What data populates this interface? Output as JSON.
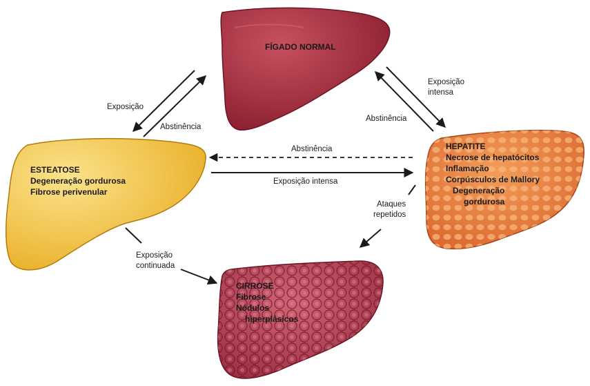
{
  "organs": {
    "normal": {
      "title": "FÍGADO NORMAL",
      "color": "#9b2335",
      "highlight": "#c7505f"
    },
    "steatosis": {
      "title": "ESTEATOSE",
      "lines": [
        "Degeneração gordurosa",
        "Fibrose perivenular"
      ],
      "color": "#f2c341",
      "highlight": "#fbe38c"
    },
    "hepatitis": {
      "title": "HEPATITE",
      "lines": [
        "Necrose de hepatócitos",
        "Inflamação",
        "Corpúsculos de Mallory",
        "Degeneração",
        "gordurosa"
      ],
      "color": "#e77a3a",
      "highlight": "#f6b57c"
    },
    "cirrhosis": {
      "title": "CIRROSE",
      "lines": [
        "Fibrose",
        "Nódulos",
        "hiperplásicos"
      ],
      "color": "#b03b4f",
      "highlight": "#d9707f"
    }
  },
  "arrows": {
    "normal_to_steatosis": "Exposição",
    "steatosis_to_normal": "Abstinência",
    "normal_to_hepatitis": [
      "Exposição",
      "intensa"
    ],
    "hepatitis_to_normal": "Abstinência",
    "hepatitis_to_steatosis": "Abstinência",
    "steatosis_to_hepatitis": "Exposição intensa",
    "hepatitis_to_cirrhosis": [
      "Ataques",
      "repetidos"
    ],
    "steatosis_to_cirrhosis": [
      "Exposição",
      "continuada"
    ]
  },
  "colors": {
    "arrow": "#1a1a1a",
    "text": "#1a1a1a"
  }
}
